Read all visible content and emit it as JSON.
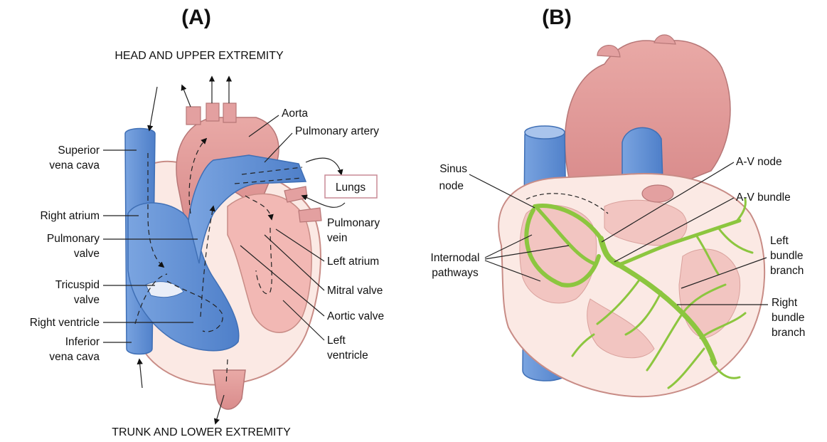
{
  "panel_a": {
    "title": "(A)",
    "top_caption": "HEAD AND UPPER EXTREMITY",
    "bottom_caption": "TRUNK AND LOWER EXTREMITY",
    "labels": {
      "aorta": "Aorta",
      "pulmonary_artery": "Pulmonary artery",
      "lungs": "Lungs",
      "superior_vena_cava": [
        "Superior",
        "vena cava"
      ],
      "right_atrium": "Right atrium",
      "pulmonary_valve": [
        "Pulmonary",
        "valve"
      ],
      "tricuspid_valve": [
        "Tricuspid",
        "valve"
      ],
      "right_ventricle": "Right ventricle",
      "inferior_vena_cava": [
        "Inferior",
        "vena cava"
      ],
      "pulmonary_vein": [
        "Pulmonary",
        "vein"
      ],
      "left_atrium": "Left atrium",
      "mitral_valve": "Mitral valve",
      "aortic_valve": "Aortic valve",
      "left_ventricle": [
        "Left",
        "ventricle"
      ]
    }
  },
  "panel_b": {
    "title": "(B)",
    "labels": {
      "sinus_node": [
        "Sinus",
        "node"
      ],
      "internodal_pathways": [
        "Internodal",
        "pathways"
      ],
      "av_node": "A-V node",
      "av_bundle": "A-V bundle",
      "left_bundle_branch": [
        "Left",
        "bundle",
        "branch"
      ],
      "right_bundle_branch": [
        "Right",
        "bundle",
        "branch"
      ]
    }
  },
  "colors": {
    "venous_blue": "#5b8ed4",
    "arterial_pink": "#e7a3a3",
    "chamber_pink": "#f2c5c1",
    "pericardium": "#fbe9e4",
    "conduction_green": "#8cc63f",
    "lungs_box_border": "#c98a95"
  }
}
